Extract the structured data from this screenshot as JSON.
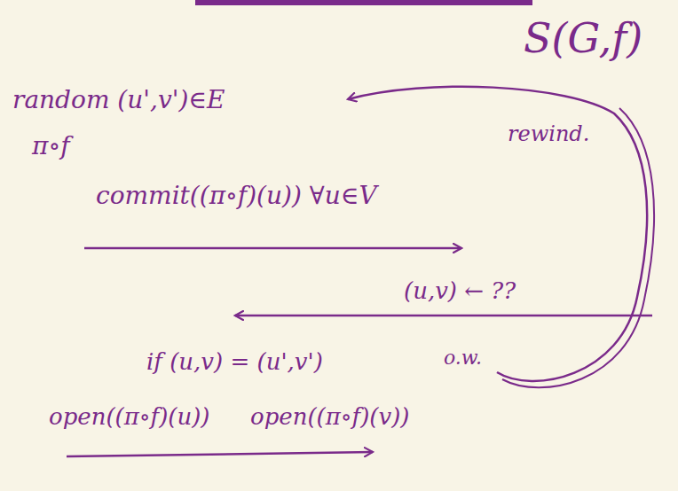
{
  "diagram": {
    "labels": [
      "S(G,f)",
      "random (u',v')∈E",
      "π∘f",
      "rewind.",
      "commit((π∘f)(u)) ∀u∈V",
      "(u,v) ← ??",
      "if (u,v) = (u',v')",
      "o.w.",
      "open((π∘f)(u))",
      "open((π∘f)(v))"
    ]
  }
}
